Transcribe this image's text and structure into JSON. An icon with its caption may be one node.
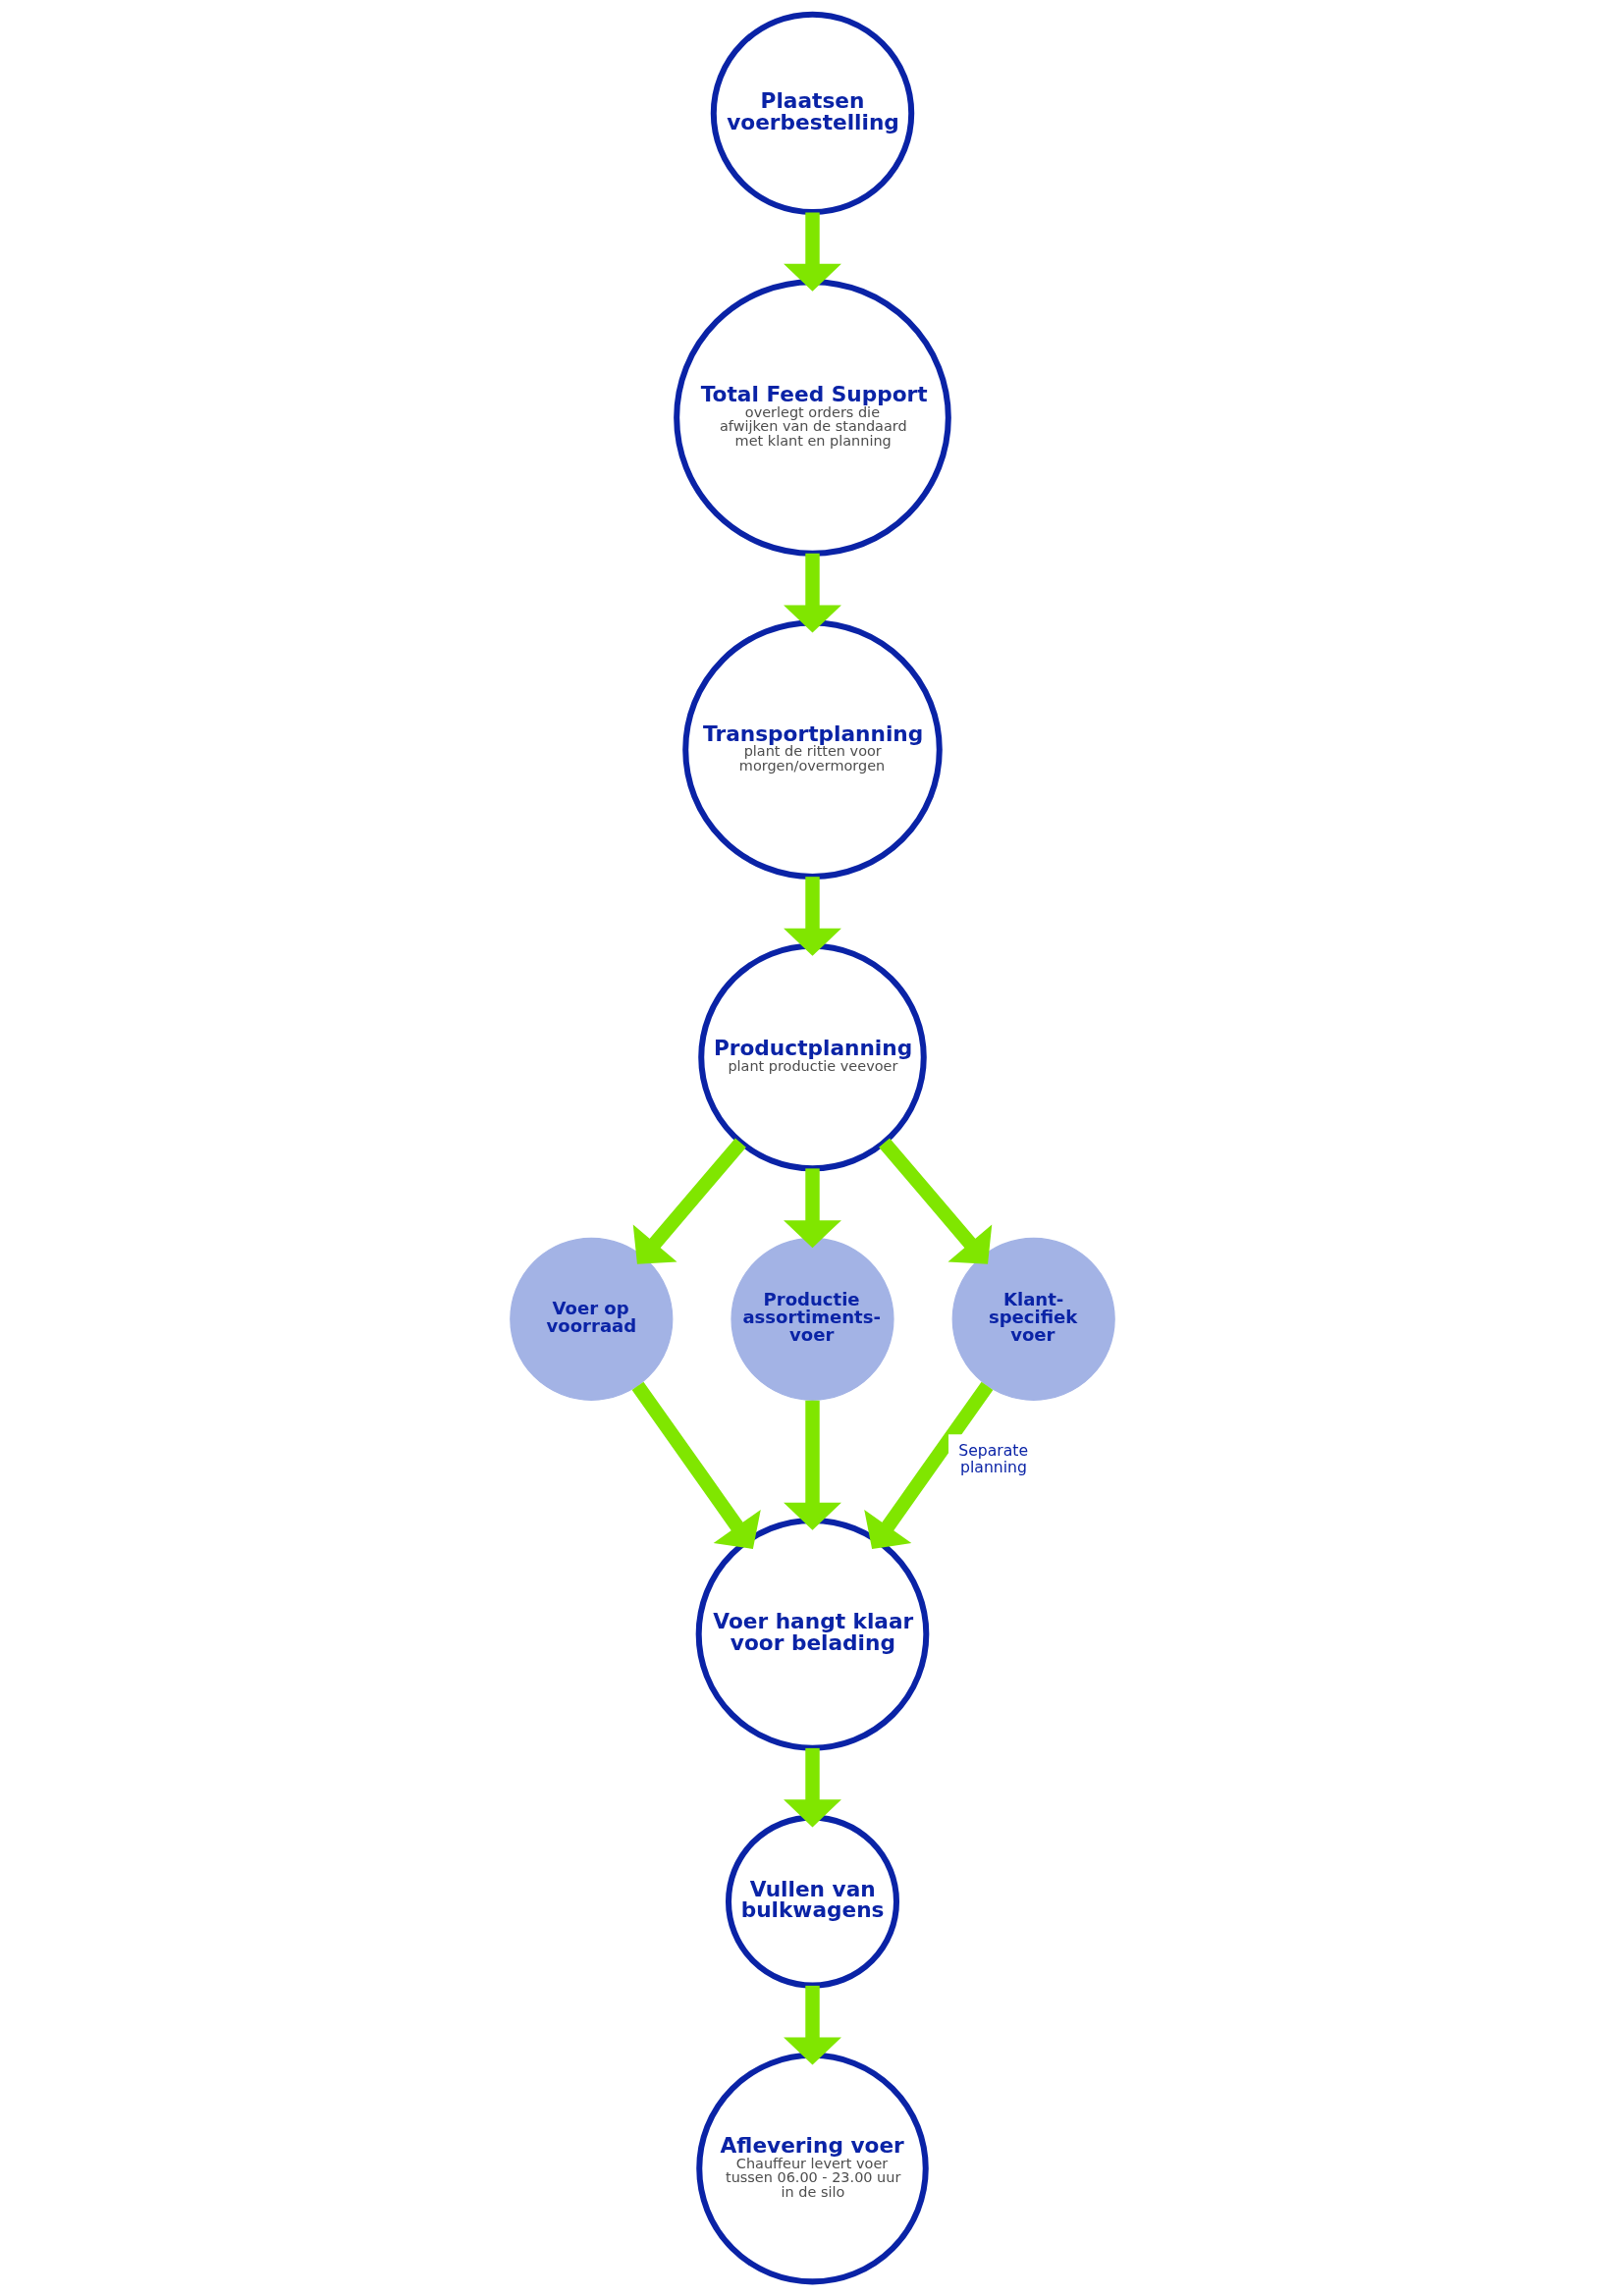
{
  "diagram": {
    "nodes": [
      {
        "text": [
          "Plaatsen voerbestelling"
        ]
      },
      {
        "text": [
          "Total Feed Support",
          "overlegt orders die afwijken van de standaard met klant en planning"
        ]
      },
      {
        "text": [
          "Transportplanning",
          "plant de ritten voor morgen/overmorgen"
        ]
      },
      {
        "text": [
          "Productplanning",
          "plant productie veevoer"
        ]
      },
      {
        "text": [
          "Voer op voorraad"
        ]
      },
      {
        "text": [
          "Productie assortiments-voer"
        ]
      },
      {
        "text": [
          "Klant-specifiek voer"
        ]
      },
      {
        "text": [
          "Voer hangt klaar voor belading"
        ]
      },
      {
        "text": [
          "Vullen van bulkwagens"
        ]
      },
      {
        "text": [
          "Aflevering voer",
          "Chauffeur levert voer tussen 06.00 - 23.00 uur in de silo"
        ]
      }
    ],
    "edges": [
      {
        "from": 0,
        "to": 1,
        "arrow": "to"
      },
      {
        "from": 1,
        "to": 2,
        "arrow": "to"
      },
      {
        "from": 2,
        "to": 3,
        "arrow": "to"
      },
      {
        "from": 3,
        "to": 4,
        "arrow": "to"
      },
      {
        "from": 3,
        "to": 5,
        "arrow": "to"
      },
      {
        "from": 3,
        "to": 6,
        "arrow": "to"
      },
      {
        "from": 4,
        "to": 7,
        "arrow": "to"
      },
      {
        "from": 5,
        "to": 7,
        "arrow": "to"
      },
      {
        "from": 6,
        "to": 7,
        "arrow": "to",
        "label": "Separate planning"
      },
      {
        "from": 7,
        "to": 8,
        "arrow": "to"
      },
      {
        "from": 8,
        "to": 9,
        "arrow": "to"
      }
    ]
  }
}
